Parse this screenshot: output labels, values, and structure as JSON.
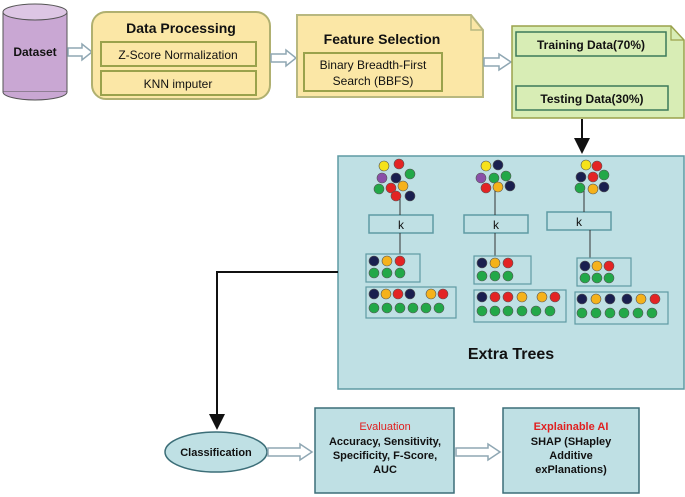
{
  "nodes": {
    "dataset": "Dataset",
    "processing": {
      "title": "Data Processing",
      "step1": "Z-Score Normalization",
      "step2": "KNN imputer"
    },
    "feature": {
      "title": "Feature Selection",
      "line1": "Binary Breadth-First",
      "line2": "Search (BBFS)"
    },
    "split": {
      "training": "Training Data(70%)",
      "testing": "Testing Data(30%)"
    },
    "extra_trees": {
      "title": "Extra Trees",
      "k_label": "k"
    },
    "classification": "Classification",
    "evaluation": {
      "title": "Evaluation",
      "line1": "Accuracy, Sensitivity,",
      "line2": "Specificity, F-Score,",
      "line3": "AUC"
    },
    "explainable": {
      "title": "Explainable AI",
      "line1": "SHAP (SHapley",
      "line2": "Additive",
      "line3": "exPlanations)"
    }
  },
  "colors": {
    "dataset_fill": "#c9a7d3",
    "processing_fill": "#fbe7a6",
    "processing_stroke": "#9aa24c",
    "split_fill": "#d8edb5",
    "panel_fill": "#bfe0e4",
    "panel_stroke": "#5f9aa3",
    "highlight_red": "#e02020",
    "dot_navy": "#1a1f4f",
    "dot_yellow": "#f6e21a",
    "dot_red": "#e32424",
    "dot_green": "#22a848",
    "dot_orange": "#f5b21b",
    "dot_purple": "#8a50a8"
  }
}
